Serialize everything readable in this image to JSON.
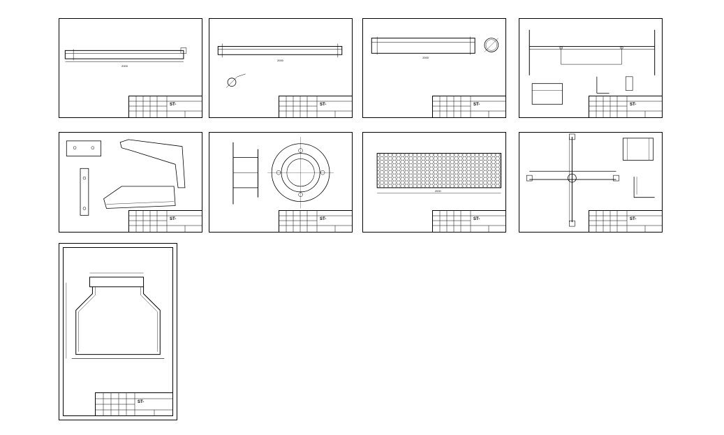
{
  "sheets": [
    {
      "id": "s1",
      "title": "ST-"
    },
    {
      "id": "s2",
      "title": "ST-"
    },
    {
      "id": "s3",
      "title": "ST-"
    },
    {
      "id": "s4",
      "title": "ST-"
    },
    {
      "id": "s5",
      "title": "ST-"
    },
    {
      "id": "s6",
      "title": "ST-"
    },
    {
      "id": "s7",
      "title": "ST-"
    },
    {
      "id": "s8",
      "title": "ST-"
    },
    {
      "id": "s9",
      "title": "ST-"
    }
  ],
  "colors": {
    "line": "#000000",
    "paper": "#ffffff",
    "watermark": "#c8c8c8"
  }
}
